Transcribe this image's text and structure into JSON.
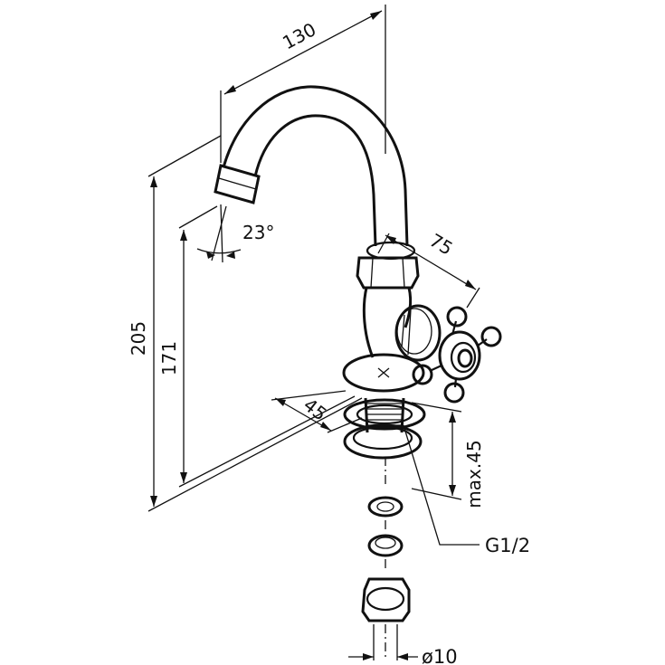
{
  "dimensions": {
    "spout_reach": "130",
    "total_height": "205",
    "spout_height": "171",
    "spout_angle": "23°",
    "handle_offset": "75",
    "base_diameter": "45",
    "max_thickness": "max.45",
    "thread": "G1/2",
    "pipe_diameter": "ø10"
  },
  "colors": {
    "line": "#111111",
    "background": "#ffffff"
  }
}
